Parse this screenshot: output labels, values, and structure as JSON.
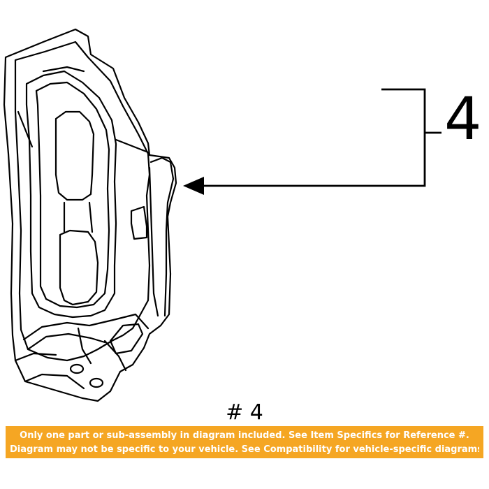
{
  "diagram": {
    "callout_number": "4",
    "reference_caption": "# 4",
    "line_color": "#000000"
  },
  "disclaimer": {
    "background_color": "#f5a623",
    "text_color": "#ffffff",
    "line1": "Only one part or sub-assembly in diagram included. See Item Specifics for Reference #.",
    "line2": "Diagram may not be specific to your vehicle. See Compatibility for vehicle-specific diagrams."
  }
}
